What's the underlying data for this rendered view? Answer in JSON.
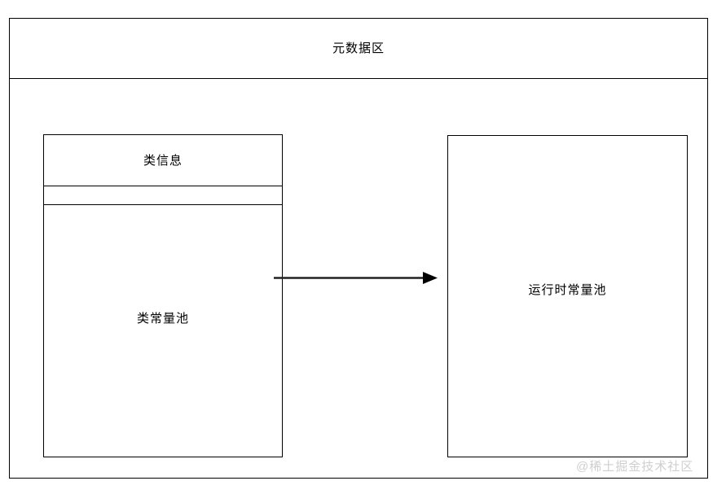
{
  "diagram": {
    "title": "元数据区",
    "background_color": "#ffffff",
    "line_color": "#000000",
    "outer_container": {
      "label": "元数据区"
    },
    "left_box": {
      "header_label": "类信息",
      "separator_band_label": "",
      "body_label": "类常量池"
    },
    "right_box": {
      "label": "运行时常量池"
    },
    "arrow": {
      "label": "",
      "direction": "left-to-right",
      "color": "#222222"
    }
  },
  "watermark": {
    "text": "@稀土掘金技术社区",
    "color": "#cfcfcf"
  }
}
